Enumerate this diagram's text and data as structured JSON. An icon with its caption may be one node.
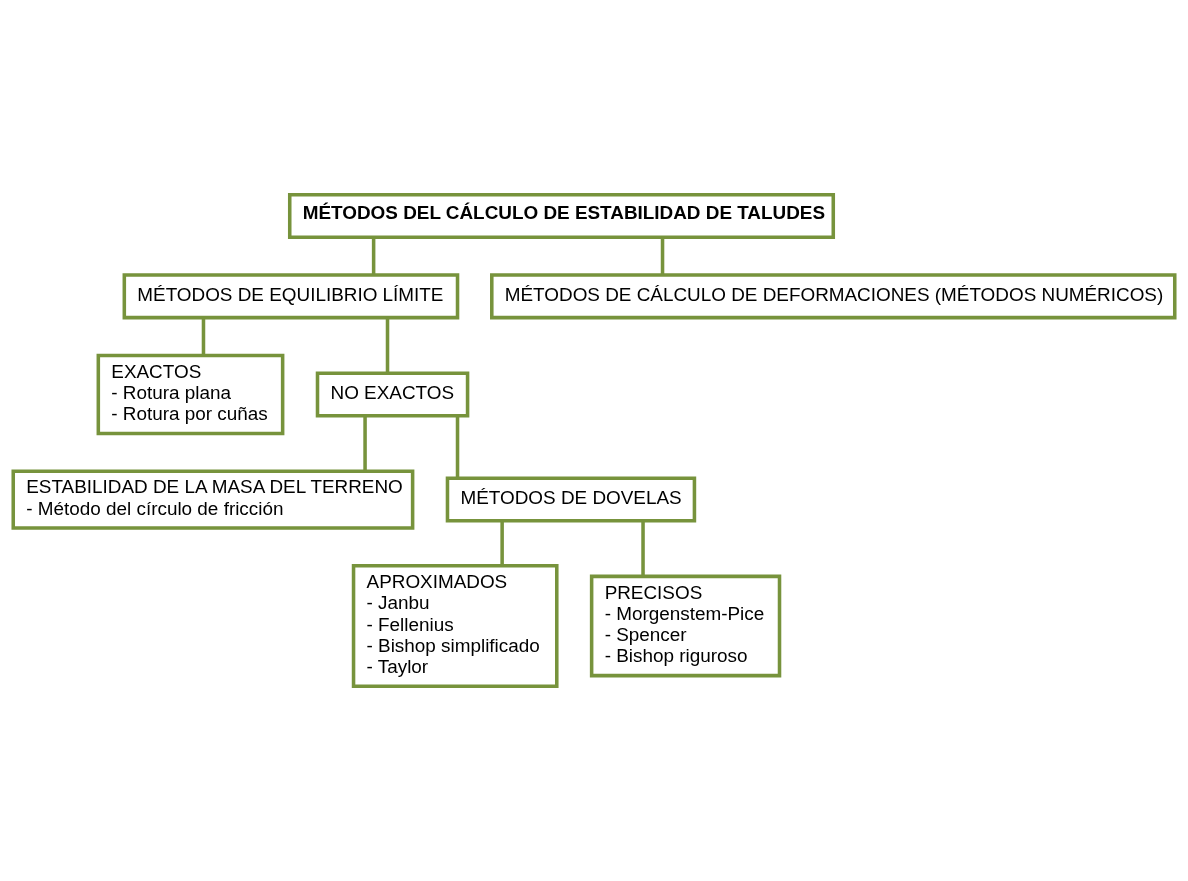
{
  "diagram": {
    "nodes": [
      {
        "text": [
          "MÉTODOS DEL CÁLCULO DE ESTABILIDAD DE TALUDES"
        ]
      },
      {
        "text": [
          "MÉTODOS DE EQUILIBRIO LÍMITE"
        ]
      },
      {
        "text": [
          "MÉTODOS DE CÁLCULO DE DEFORMACIONES (MÉTODOS NUMÉRICOS)"
        ]
      },
      {
        "text": [
          "EXACTOS",
          "- Rotura plana",
          "- Rotura por cuñas"
        ]
      },
      {
        "text": [
          "NO EXACTOS"
        ]
      },
      {
        "text": [
          "ESTABILIDAD DE LA MASA DEL TERRENO",
          "- Método del círculo de fricción"
        ]
      },
      {
        "text": [
          "MÉTODOS DE DOVELAS"
        ]
      },
      {
        "text": [
          "APROXIMADOS",
          "- Janbu",
          "- Fellenius",
          "- Bishop simplificado",
          "- Taylor"
        ]
      },
      {
        "text": [
          "PRECISOS",
          "- Morgenstem-Pice",
          "- Spencer",
          "- Bishop riguroso"
        ]
      }
    ],
    "edges": [
      {
        "from": 0,
        "to": 1,
        "arrow": "none"
      },
      {
        "from": 0,
        "to": 2,
        "arrow": "none"
      },
      {
        "from": 1,
        "to": 3,
        "arrow": "none"
      },
      {
        "from": 1,
        "to": 4,
        "arrow": "none"
      },
      {
        "from": 4,
        "to": 5,
        "arrow": "none"
      },
      {
        "from": 4,
        "to": 6,
        "arrow": "none"
      },
      {
        "from": 6,
        "to": 7,
        "arrow": "none"
      },
      {
        "from": 6,
        "to": 8,
        "arrow": "none"
      }
    ]
  }
}
